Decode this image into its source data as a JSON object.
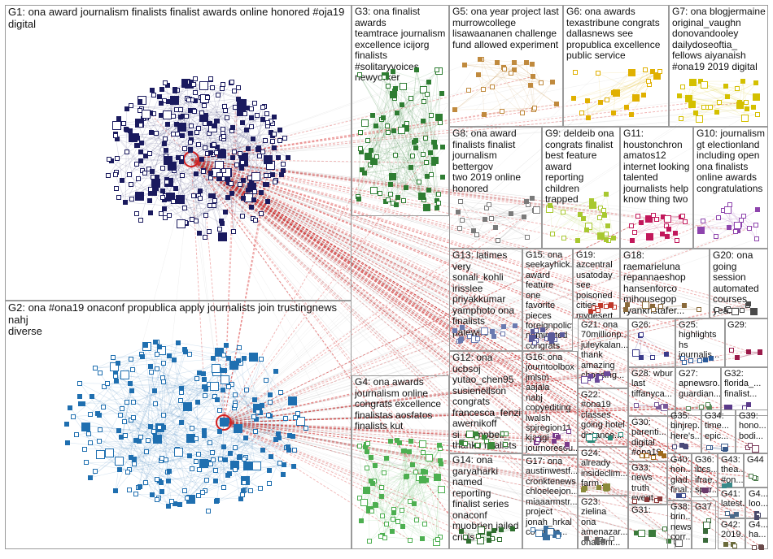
{
  "graph": {
    "groups": [
      {
        "id": "G1",
        "label": "G1: ona award journalism finalists finalist awards online honored #oja19 digital",
        "color": "#1a1a5e",
        "nodes": 320,
        "fontsize": 13
      },
      {
        "id": "G2",
        "label": "G2: ona #ona19 onaconf propublica apply journalists join trustingnews nahj\ndiverse",
        "color": "#1f6fb0",
        "nodes": 260,
        "fontsize": 13
      },
      {
        "id": "G3",
        "label": "G3: ona finalist awards\nteamtrace journalism\nexcellence icijorg\nfinalists #solitaryvoices\nnewyorker",
        "color": "#2e7d32",
        "nodes": 90,
        "fontsize": 12
      },
      {
        "id": "G4",
        "label": "G4: ona awards\njournalism online\ncongrats excellence\nfinalistas aosfatos\nfinalists kut",
        "color": "#4caf50",
        "nodes": 70,
        "fontsize": 12
      },
      {
        "id": "G5",
        "label": "G5: ona year project last\nmurrowcollege\nlisawaananen challenge\nfund allowed experiment",
        "color": "#c08a3e",
        "nodes": 26,
        "fontsize": 12
      },
      {
        "id": "G6",
        "label": "G6: ona awards\ntexastribune congrats\ndallasnews see\npropublica excellence\npublic service",
        "color": "#e0b000",
        "nodes": 22,
        "fontsize": 12
      },
      {
        "id": "G7",
        "label": "G7: ona blogjermaine\noriginal_vaughn\ndonovandooley\ndailydoseoftia_\nfellows aiyanaish\n#ona19 2019 digital",
        "color": "#d4c000",
        "nodes": 28,
        "fontsize": 12
      },
      {
        "id": "G8",
        "label": "G8: ona award\nfinalists finalist\njournalism bettergov\ntwo 2019 online\nhonored",
        "color": "#7a7a7a",
        "nodes": 20,
        "fontsize": 12
      },
      {
        "id": "G9",
        "label": "G9: deldeib ona\ncongrats finalist\nbest feature award\nreporting children\ntrapped",
        "color": "#a8c830",
        "nodes": 24,
        "fontsize": 12
      },
      {
        "id": "G10",
        "label": "G10: journalism\ngt electionland\nincluding open\nona finalists\nonline awards\ncongratulations",
        "color": "#8e44ad",
        "nodes": 18,
        "fontsize": 12
      },
      {
        "id": "G11",
        "label": "G11:\nhoustonchron\namatos12\ninternet looking\ntalented\njournalists help\nknow thing two",
        "color": "#c2185b",
        "nodes": 20,
        "fontsize": 12
      },
      {
        "id": "G12",
        "label": "G12: ona ucbsoj\nyutao_chen95\nsusieneilson\ncongrats\nfrancesca_fenzi\nawernikoff\nsi_campbell_\nthanks finalists",
        "color": "#3a8a3a",
        "nodes": 14,
        "fontsize": 12
      },
      {
        "id": "G13",
        "label": "G13: latimes very\nsonali_kohli\nirisslee\npriyakkumar\nyamphoto ona\nfinalists palewire",
        "color": "#6a7ab0",
        "nodes": 14,
        "fontsize": 12
      },
      {
        "id": "G14",
        "label": "G14: ona\ngaryaharki\nnamed reporting\nfinalist series\nonaconf\nmuobrien jailed\ncrisis",
        "color": "#2f6f2f",
        "nodes": 14,
        "fontsize": 12
      },
      {
        "id": "G15",
        "label": "G15: ona\nseekayhick...\naward\nfeature one\nfavorite\npieces\nforeignpolicy\nnominated\ncongrats",
        "color": "#5a5a9a",
        "nodes": 12,
        "fontsize": 12
      },
      {
        "id": "G16",
        "label": "G16: ona\njourntoolbox\njmlsm aajala\nnabj\ncopyediting\nlwalsh\nspjregion11\nkjaggi\njournoresou...",
        "color": "#7a3a8a",
        "nodes": 10,
        "fontsize": 12
      },
      {
        "id": "G17",
        "label": "G17: ona\naustinwestf...\ncronktenews\nchloeleejon...\nmiaaarmstr...\nproject\njonah_hrkal\ncongrats...",
        "color": "#3a6fa0",
        "nodes": 10,
        "fontsize": 12
      },
      {
        "id": "G18",
        "label": "G18:\nraemarieluna\nrepannaeshop\nhansenforco\nmihousegop\nryankristafer...",
        "color": "#8a6a3a",
        "nodes": 10,
        "fontsize": 12
      },
      {
        "id": "G19",
        "label": "G19: azcentral\nusatoday see\npoisoned cities\nmydesert ona\nthrilled copy\npaste",
        "color": "#c0392b",
        "nodes": 10,
        "fontsize": 12
      },
      {
        "id": "G20",
        "label": "G20: ona\ngoing\nsession\nautomated\ncourses year",
        "color": "#4a4a4a",
        "nodes": 10,
        "fontsize": 12
      },
      {
        "id": "G21",
        "label": "G21: ona\n70millionp...\njuleykalan...\nthank\namazing\nchoosing...",
        "color": "#6a4a9a",
        "nodes": 8,
        "fontsize": 12
      },
      {
        "id": "G22",
        "label": "G22:\n#ona19\nclasses\ngoing hotel\ndistance...",
        "color": "#2a8a7a",
        "nodes": 6,
        "fontsize": 12
      },
      {
        "id": "G23",
        "label": "G23: zielina\nona\namenazar...\nonaconf...",
        "color": "#6a6a6a",
        "nodes": 6,
        "fontsize": 12
      },
      {
        "id": "G24",
        "label": "G24:\nalready\ninsideclim...\nfarm...",
        "color": "#8a8a3a",
        "nodes": 6,
        "fontsize": 12
      },
      {
        "id": "G25",
        "label": "G25:\nhighlights\nhs\njournalis...",
        "color": "#2a5a9a",
        "nodes": 6,
        "fontsize": 12
      },
      {
        "id": "G26",
        "label": "G26:",
        "color": "#3a3a8a",
        "nodes": 6,
        "fontsize": 12
      },
      {
        "id": "G27",
        "label": "G27:\napnewsro...\nguardian...",
        "color": "#5a8a5a",
        "nodes": 5,
        "fontsize": 12
      },
      {
        "id": "G28",
        "label": "G28: wbur\nlast\ntiffanyca...",
        "color": "#7a5a9a",
        "nodes": 5,
        "fontsize": 12
      },
      {
        "id": "G29",
        "label": "G29:",
        "color": "#9a1a4a",
        "nodes": 5,
        "fontsize": 12
      },
      {
        "id": "G30",
        "label": "G30:\nparenti...\ndigital\n#ona19...",
        "color": "#a06a1a",
        "nodes": 5,
        "fontsize": 12
      },
      {
        "id": "G31",
        "label": "G31:",
        "color": "#3a7a3a",
        "nodes": 5,
        "fontsize": 12
      },
      {
        "id": "G32",
        "label": "G32:\nflorida_...\nfinalist...",
        "color": "#5a3a8a",
        "nodes": 4,
        "fontsize": 12
      },
      {
        "id": "G33",
        "label": "G33:\nnews\ntruth\nevent...",
        "color": "#8a3a3a",
        "nodes": 4,
        "fontsize": 12
      },
      {
        "id": "G34",
        "label": "G34:\ntime...\nepic...",
        "color": "#3a5a8a",
        "nodes": 4,
        "fontsize": 12
      },
      {
        "id": "G35",
        "label": "G35:\nbinjrep...\nhere's...",
        "color": "#4a4a7a",
        "nodes": 4,
        "fontsize": 12
      },
      {
        "id": "G36",
        "label": "G36:\nibcs...\nifrae...\nspor...",
        "color": "#6a3a6a",
        "nodes": 4,
        "fontsize": 12
      },
      {
        "id": "G37",
        "label": "G37",
        "color": "#3a6a3a",
        "nodes": 4,
        "fontsize": 12
      },
      {
        "id": "G38",
        "label": "G38:\nbrin...\nnews\ncorr...",
        "color": "#5a5a5a",
        "nodes": 3,
        "fontsize": 12
      },
      {
        "id": "G39",
        "label": "G39:\nhono...\nbodi...",
        "color": "#7a3a5a",
        "nodes": 3,
        "fontsize": 12
      },
      {
        "id": "G40",
        "label": "G40:\nhon...\nglad...\nfinal...",
        "color": "#3a4a8a",
        "nodes": 3,
        "fontsize": 12
      },
      {
        "id": "G41",
        "label": "G41:\nlatest...",
        "color": "#4a6a8a",
        "nodes": 3,
        "fontsize": 12
      },
      {
        "id": "G42",
        "label": "G42:\n2019...",
        "color": "#6a6a3a",
        "nodes": 3,
        "fontsize": 12
      },
      {
        "id": "G43",
        "label": "G43:\nthea...\n#on...",
        "color": "#3a8a8a",
        "nodes": 3,
        "fontsize": 12
      },
      {
        "id": "G44",
        "label": "G44",
        "color": "#4a7a4a",
        "nodes": 3,
        "fontsize": 12
      },
      {
        "id": "G4b",
        "label": "G4...\nha...",
        "color": "#6a4a4a",
        "nodes": 3,
        "fontsize": 12
      },
      {
        "id": "G4c",
        "label": "G4...\nloo...",
        "color": "#4a4a6a",
        "nodes": 3,
        "fontsize": 12
      }
    ]
  }
}
